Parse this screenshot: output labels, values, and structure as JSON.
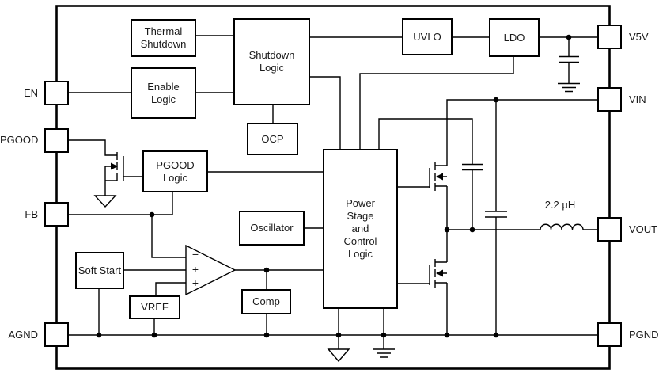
{
  "pins": {
    "left": [
      {
        "name": "EN"
      },
      {
        "name": "PGOOD"
      },
      {
        "name": "FB"
      },
      {
        "name": "AGND"
      }
    ],
    "right": [
      {
        "name": "V5V"
      },
      {
        "name": "VIN"
      },
      {
        "name": "VOUT"
      },
      {
        "name": "PGND"
      }
    ]
  },
  "blocks": {
    "thermal_shutdown": {
      "label": "Thermal\nShutdown"
    },
    "enable_logic": {
      "label": "Enable\nLogic"
    },
    "shutdown_logic": {
      "label": "Shutdown\nLogic"
    },
    "ocp": {
      "label": "OCP"
    },
    "uvlo": {
      "label": "UVLO"
    },
    "ldo": {
      "label": "LDO"
    },
    "pgood_logic": {
      "label": "PGOOD\nLogic"
    },
    "oscillator": {
      "label": "Oscillator"
    },
    "power_stage": {
      "label": "Power\nStage\nand\nControl\nLogic"
    },
    "soft_start": {
      "label": "Soft Start"
    },
    "vref": {
      "label": "VREF"
    },
    "comp": {
      "label": "Comp"
    }
  },
  "components": {
    "inductor": {
      "label": "2.2 µH"
    },
    "error_amp": {
      "minus": "−",
      "plus_mid": "+",
      "plus_bot": "+"
    }
  },
  "colors": {
    "background": "#ffffff",
    "wire": "#000000",
    "text": "#1a1a1a"
  }
}
